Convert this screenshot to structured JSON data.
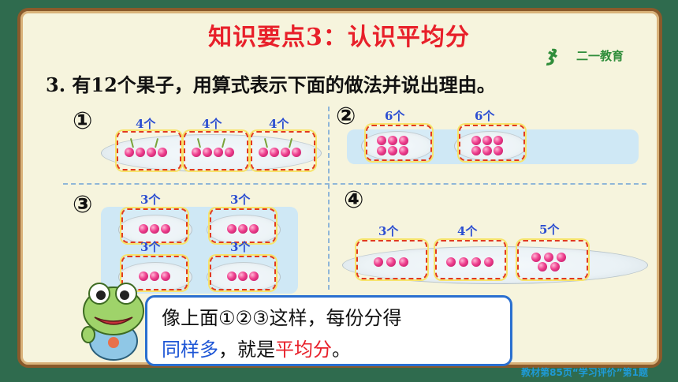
{
  "title": "知识要点3：认识平均分",
  "logo": {
    "text": "二一教育",
    "icon": "logo-icon"
  },
  "question": "3. 有12个果子，用算式表示下面的做法并说出理由。",
  "panels": [
    {
      "number": "①",
      "labels": [
        "4个",
        "4个",
        "4个"
      ]
    },
    {
      "number": "②",
      "labels": [
        "6个",
        "6个"
      ]
    },
    {
      "number": "③",
      "labels": [
        "3个",
        "3个",
        "3个",
        "3个"
      ]
    },
    {
      "number": "④",
      "labels": [
        "3个",
        "4个",
        "5个"
      ]
    }
  ],
  "speech": {
    "line1": "像上面①②③这样，每份分得",
    "line2_part1": "同样多",
    "line2_part2": "，就是",
    "line2_part3": "平均分",
    "line2_part4": "。"
  },
  "footer": "教材第85页“学习评价”第1题",
  "colors": {
    "title": "#e8202a",
    "label": "#2d4fd1",
    "frame": "#8a5a2b",
    "background": "#2f6b4e"
  }
}
